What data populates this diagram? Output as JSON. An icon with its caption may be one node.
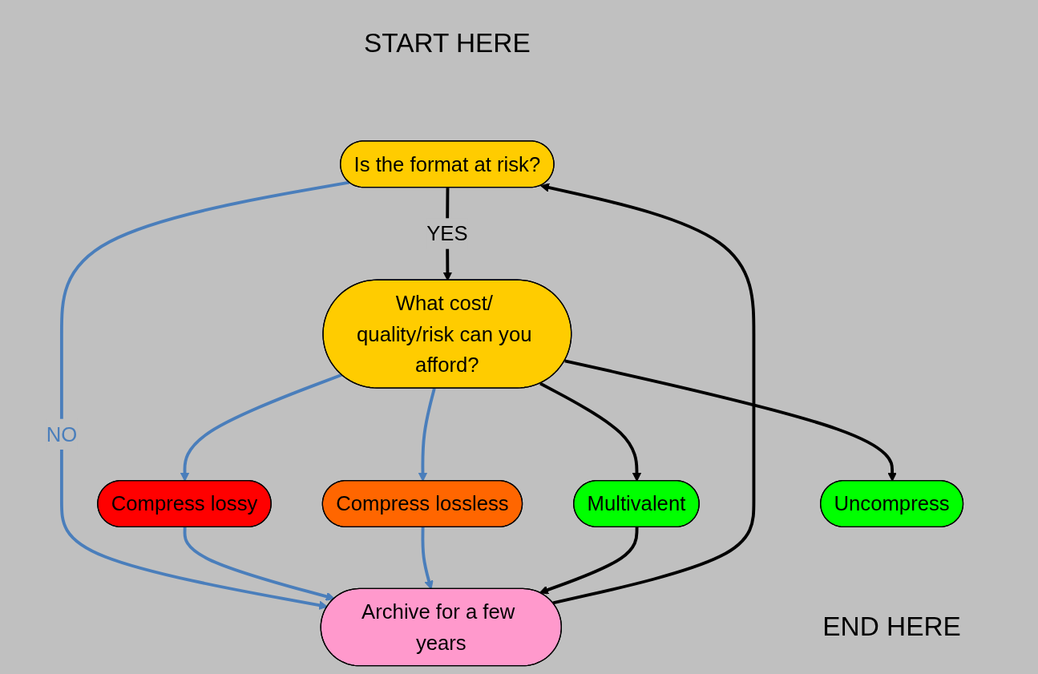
{
  "diagram": {
    "nodes": [
      {
        "text": [
          "Is the format at risk?"
        ],
        "beside": [
          "START HERE"
        ]
      },
      {
        "text": [
          "Archive for a few years"
        ]
      },
      {
        "text": [
          "What cost/ quality/risk can you afford?"
        ]
      },
      {
        "text": [
          "Compress lossy"
        ]
      },
      {
        "text": [
          "Compress lossless"
        ]
      },
      {
        "text": [
          "Uncompress"
        ],
        "beside": [
          "END HERE"
        ]
      },
      {
        "text": [
          "Multivalent"
        ]
      }
    ],
    "edges": [
      {
        "from": 1,
        "to": 0,
        "arrow": "to"
      },
      {
        "from": 0,
        "to": 2,
        "arrow": "to",
        "label": "YES"
      },
      {
        "from": 0,
        "to": 1,
        "arrow": "to",
        "label": "NO",
        "color": "#4a7ebb"
      },
      {
        "from": 2,
        "to": 3,
        "arrow": "to",
        "color": "#4a7ebb"
      },
      {
        "from": 3,
        "to": 1,
        "arrow": "to",
        "color": "#4a7ebb"
      },
      {
        "from": 2,
        "to": 4,
        "arrow": "to",
        "color": "#4a7ebb"
      },
      {
        "from": 4,
        "to": 1,
        "arrow": "to",
        "color": "#4a7ebb"
      },
      {
        "from": 2,
        "to": 5,
        "arrow": "to"
      },
      {
        "from": 2,
        "to": 6,
        "arrow": "to"
      },
      {
        "from": 6,
        "to": 1,
        "arrow": "to"
      }
    ]
  }
}
